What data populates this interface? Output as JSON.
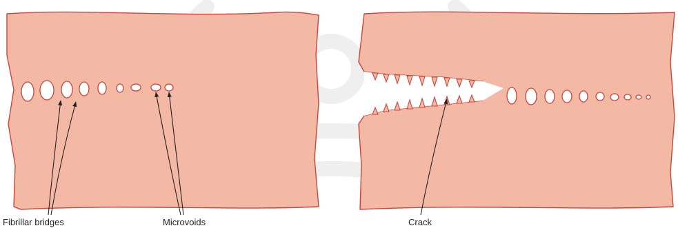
{
  "labels": {
    "fibrillar_bridges": "Fibrillar bridges",
    "microvoids": "Microvoids",
    "crack": "Crack"
  },
  "colors": {
    "polymer_fill": "#f4b9a4",
    "outline": "#c8463a",
    "void_fill": "#ffffff",
    "arrow": "#222222",
    "watermark": "#b8b8b8"
  }
}
